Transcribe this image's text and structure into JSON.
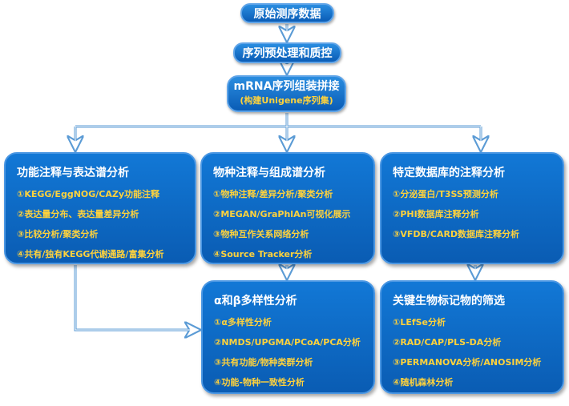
{
  "flow": {
    "raw": "原始测序数据",
    "preprocess": "序列预处理和质控",
    "assembly": "mRNA序列组装拼接",
    "assembly_sub": "(构建Unigene序列集)"
  },
  "boxes": {
    "func": {
      "title": "功能注释与表达谱分析",
      "items": [
        "①KEGG/EggNOG/CAZy功能注释",
        "②表达量分布、表达量差异分析",
        "③比较分析/聚类分析",
        "④共有/独有KEGG代谢通路/富集分析"
      ]
    },
    "species": {
      "title": "物种注释与组成谱分析",
      "items": [
        "①物种注释/差异分析/聚类分析",
        "②MEGAN/GraPhlAn可视化展示",
        "③物种互作关系网络分析",
        "④Source Tracker分析"
      ]
    },
    "db": {
      "title": "特定数据库的注释分析",
      "items": [
        "①分泌蛋白/T3SS预测分析",
        "②PHI数据库注释分析",
        "③VFDB/CARD数据库注释分析"
      ]
    },
    "diversity": {
      "title": "α和β多样性分析",
      "items": [
        "①α多样性分析",
        "②NMDS/UPGMA/PCoA/PCA分析",
        "③共有功能/物种类群分析",
        "④功能-物种一致性分析"
      ]
    },
    "biomarker": {
      "title": "关键生物标记物的筛选",
      "items": [
        "①LEfSe分析",
        "②RAD/CAP/PLS-DA分析",
        "③PERMANOVA分析/ANOSIM分析",
        "④随机森林分析"
      ]
    }
  },
  "colors": {
    "box_fill": "#0a5cb3",
    "box_border": "#4b97e3",
    "item_text": "#ffd23c",
    "title_text": "#ffffff",
    "arrow": "#5b9bd5"
  }
}
